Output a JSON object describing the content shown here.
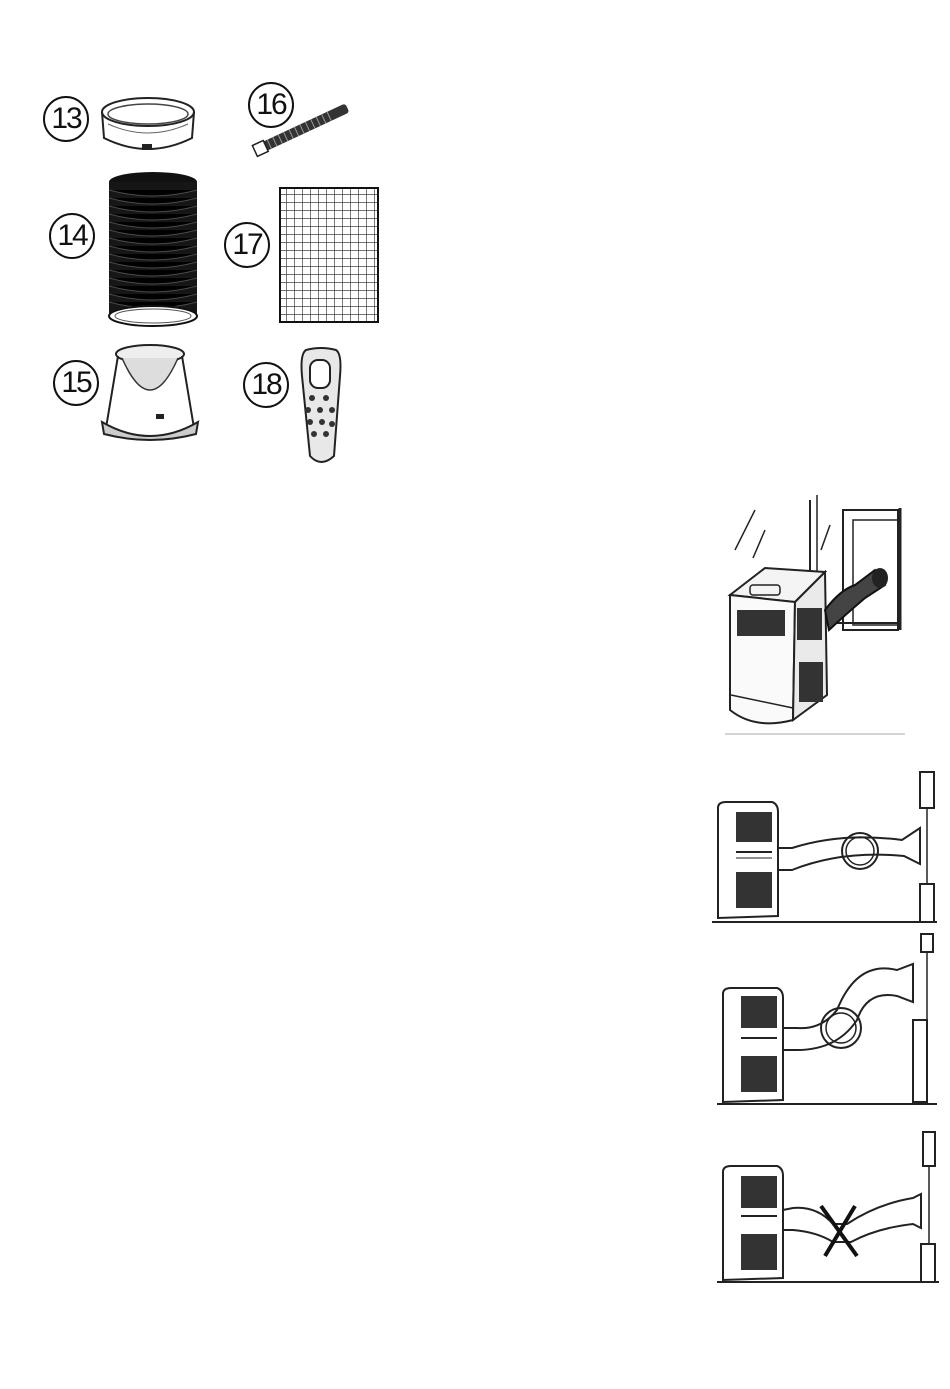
{
  "parts": [
    {
      "number": "13",
      "icon": "adapter-ring-icon"
    },
    {
      "number": "14",
      "icon": "exhaust-hose-icon"
    },
    {
      "number": "15",
      "icon": "window-nozzle-icon"
    },
    {
      "number": "16",
      "icon": "drain-pipe-icon"
    },
    {
      "number": "17",
      "icon": "filter-mesh-icon"
    },
    {
      "number": "18",
      "icon": "remote-control-icon"
    }
  ],
  "figures": [
    {
      "icon": "window-installation-icon"
    },
    {
      "icon": "hose-correct-loop-icon"
    },
    {
      "icon": "hose-correct-arch-icon"
    },
    {
      "icon": "hose-incorrect-crossed-icon"
    }
  ]
}
